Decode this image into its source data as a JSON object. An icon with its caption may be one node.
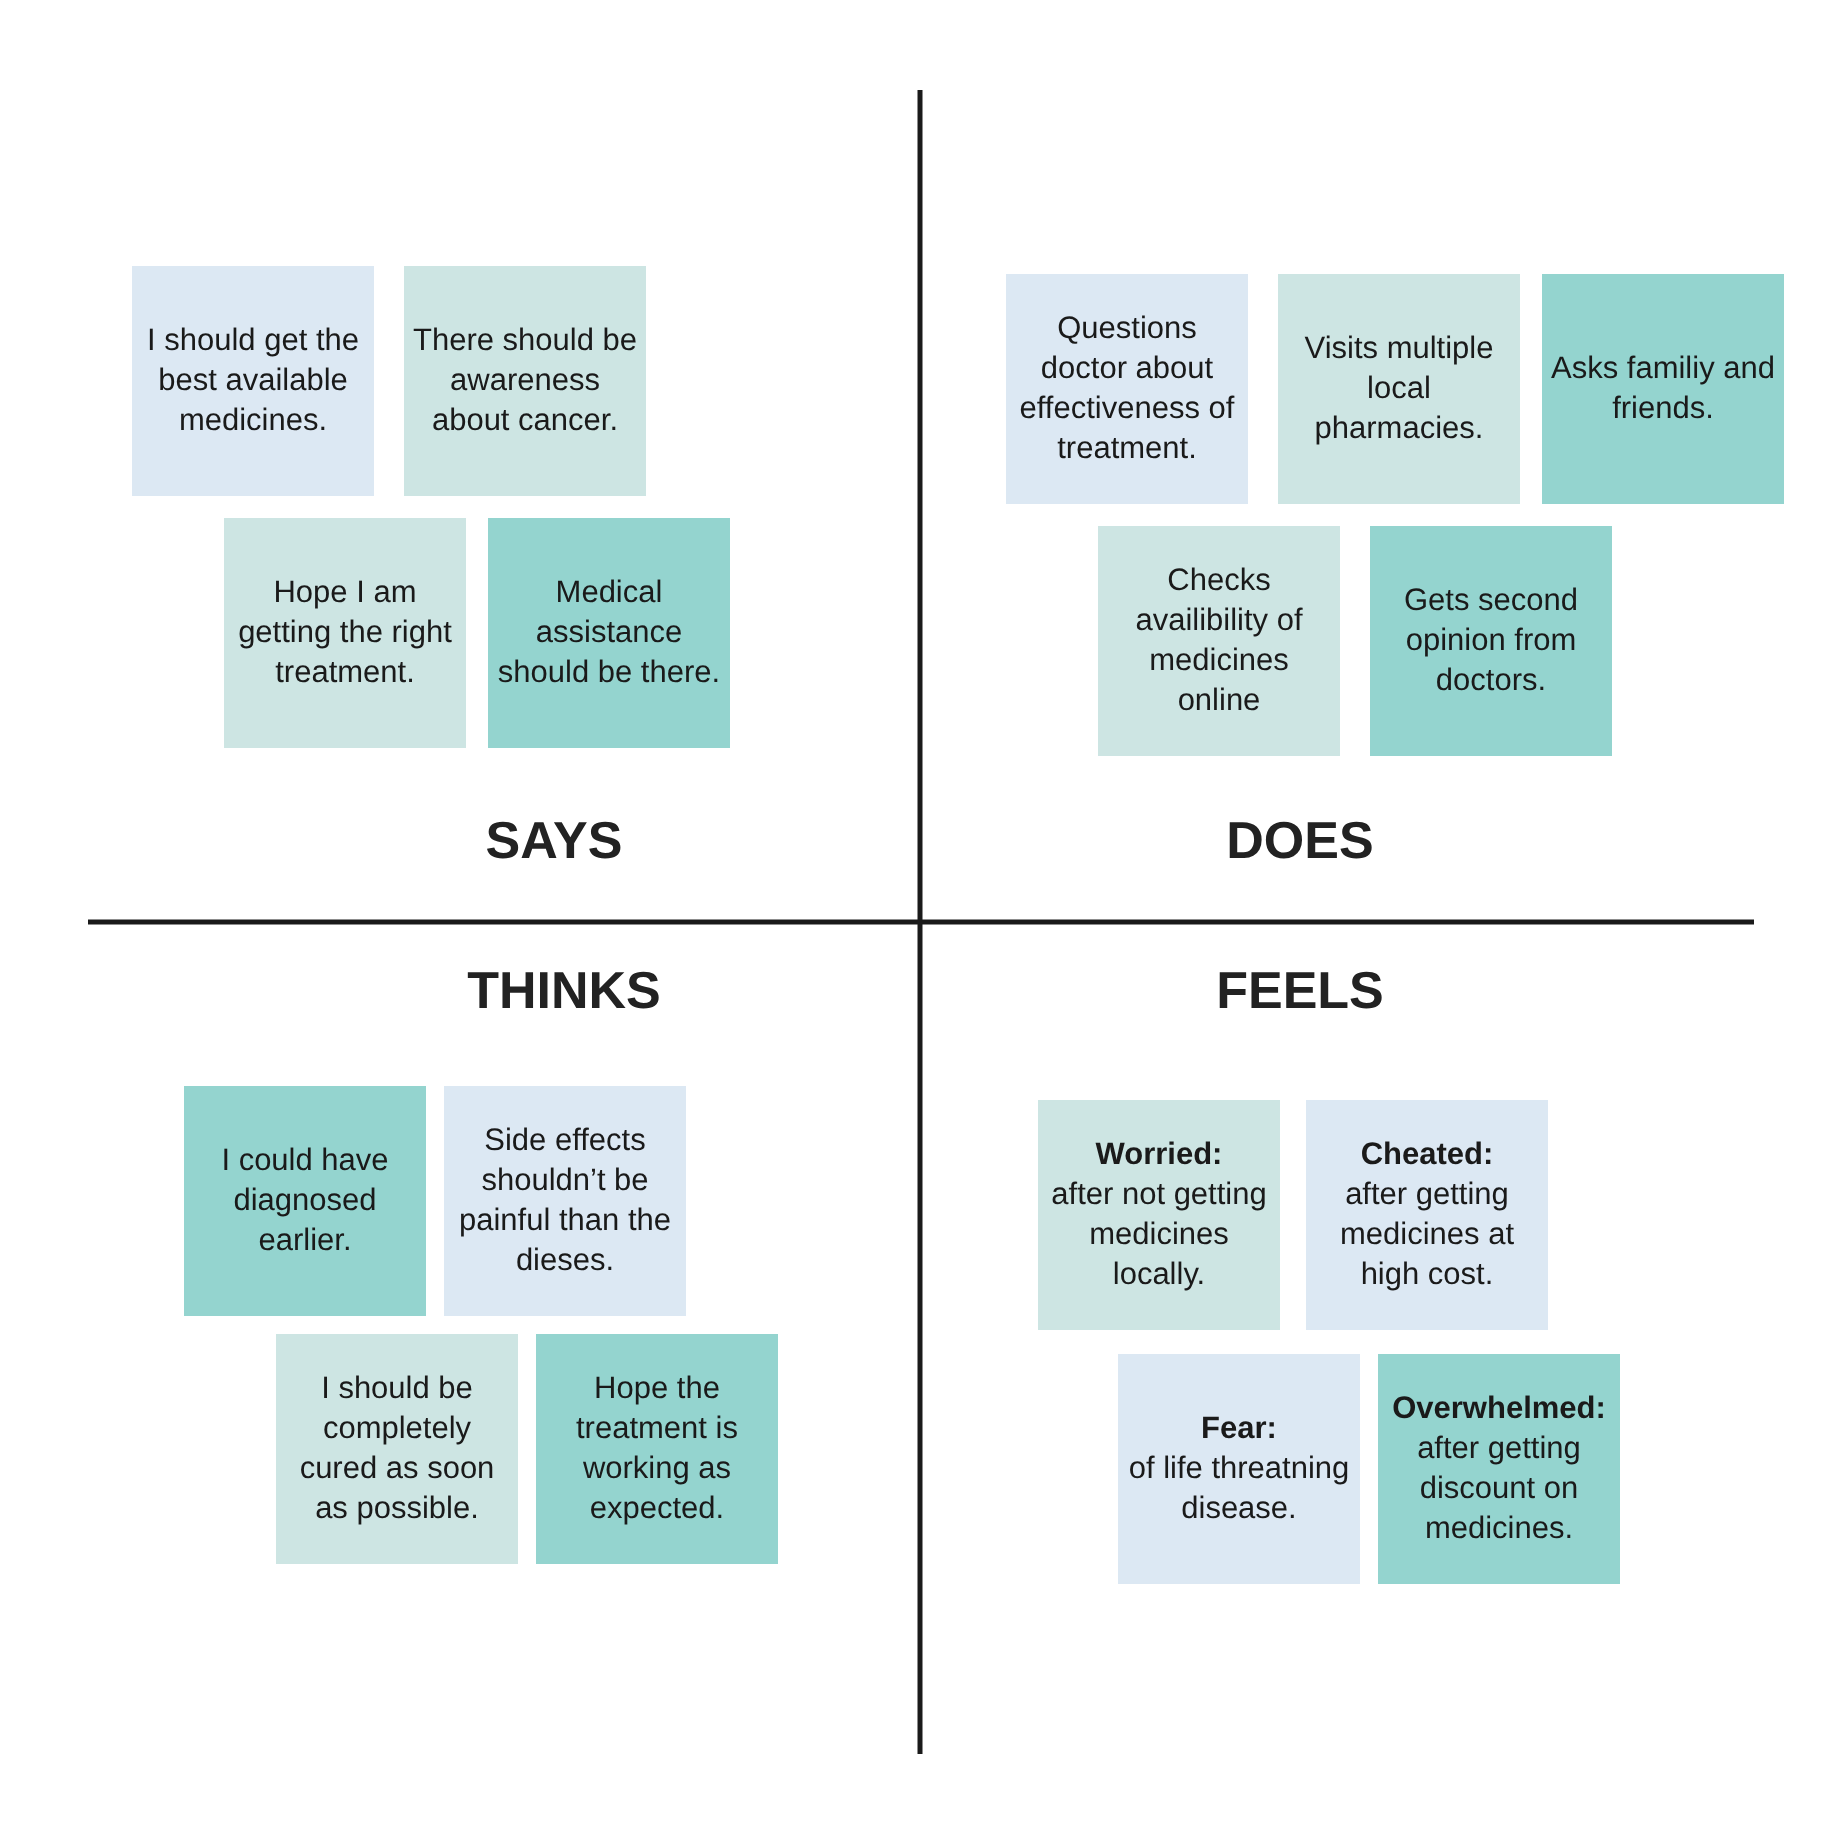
{
  "diagram": {
    "nodes": [
      {
        "text": [
          "I should get the best available medicines."
        ]
      },
      {
        "text": [
          "There should be awareness about cancer."
        ]
      },
      {
        "text": [
          "Hope I am getting the right treatment."
        ]
      },
      {
        "text": [
          "Medical assistance should be there."
        ]
      },
      {
        "text": [
          "Questions doctor about effectiveness of treatment."
        ]
      },
      {
        "text": [
          "Visits multiple local pharmacies."
        ]
      },
      {
        "text": [
          "Asks familiy and friends."
        ]
      },
      {
        "text": [
          "Checks availibility of medicines online"
        ]
      },
      {
        "text": [
          "Gets second opinion from doctors."
        ]
      },
      {
        "text": [
          "I could have diagnosed earlier."
        ]
      },
      {
        "text": [
          "Side effects shouldn’t be painful than the dieses."
        ]
      },
      {
        "text": [
          "I should be completely cured as soon as possible."
        ]
      },
      {
        "text": [
          "Hope the treatment is working as expected."
        ]
      },
      {
        "text": [
          "Worried:",
          "after not getting medicines locally."
        ]
      },
      {
        "text": [
          "Cheated:",
          "after getting medicines at high cost."
        ]
      },
      {
        "text": [
          "Fear:",
          "of life threatning disease."
        ]
      },
      {
        "text": [
          "Overwhelmed:",
          "after getting discount on medicines."
        ]
      }
    ],
    "labels": [
      "SAYS",
      "DOES",
      "THINKS",
      "FEELS"
    ]
  }
}
